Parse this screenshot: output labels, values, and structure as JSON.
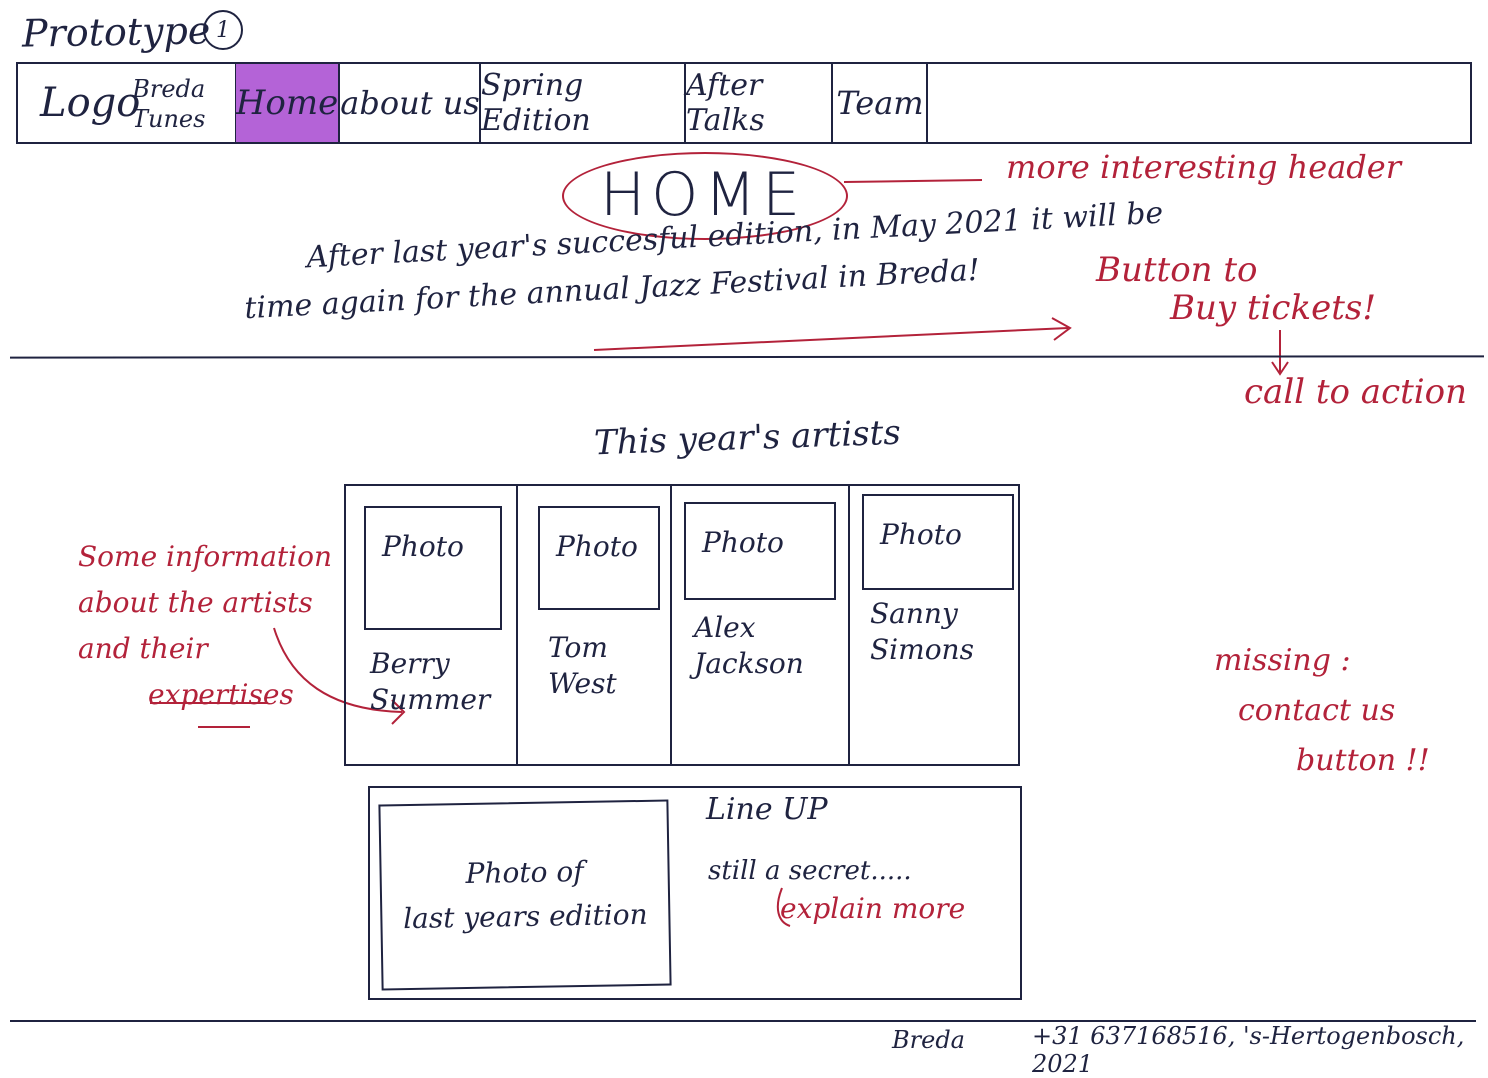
{
  "title": "Prototype",
  "prototype_number": "1",
  "nav": {
    "logo": "Logo",
    "brand_line1": "Breda",
    "brand_line2": "Tunes",
    "items": [
      "Home",
      "about us",
      "Spring Edition",
      "After Talks",
      "Team"
    ],
    "active_index": 0,
    "active_color": "#b463d7"
  },
  "hero": {
    "heading": "HOME",
    "line1": "After last year's succesful edition, in May 2021 it will be",
    "line2": "time again for the annual Jazz Festival in Breda!"
  },
  "annotations": {
    "header": "more interesting header",
    "button_line1": "Button to",
    "button_line2": "Buy tickets!",
    "cta": "call to action",
    "info_line1": "Some information",
    "info_line2": "about the artists",
    "info_line3": "and their",
    "info_line4": "expertises",
    "missing_line1": "missing :",
    "missing_line2": "contact us",
    "missing_line3": "button !!",
    "explain": "explain more"
  },
  "artists": {
    "heading": "This year's artists",
    "photo_label": "Photo",
    "names": [
      "Berry Summer",
      "Tom West",
      "Alex Jackson",
      "Sanny Simons"
    ]
  },
  "lineup": {
    "photo_line1": "Photo of",
    "photo_line2": "last years edition",
    "title": "Line UP",
    "text": "still a secret....."
  },
  "footer": {
    "city": "Breda",
    "info": "+31 637168516, 's-Hertogenbosch, 2021"
  },
  "colors": {
    "ink": "#1f2340",
    "annotation": "#b3223a",
    "highlight": "#b463d7"
  }
}
